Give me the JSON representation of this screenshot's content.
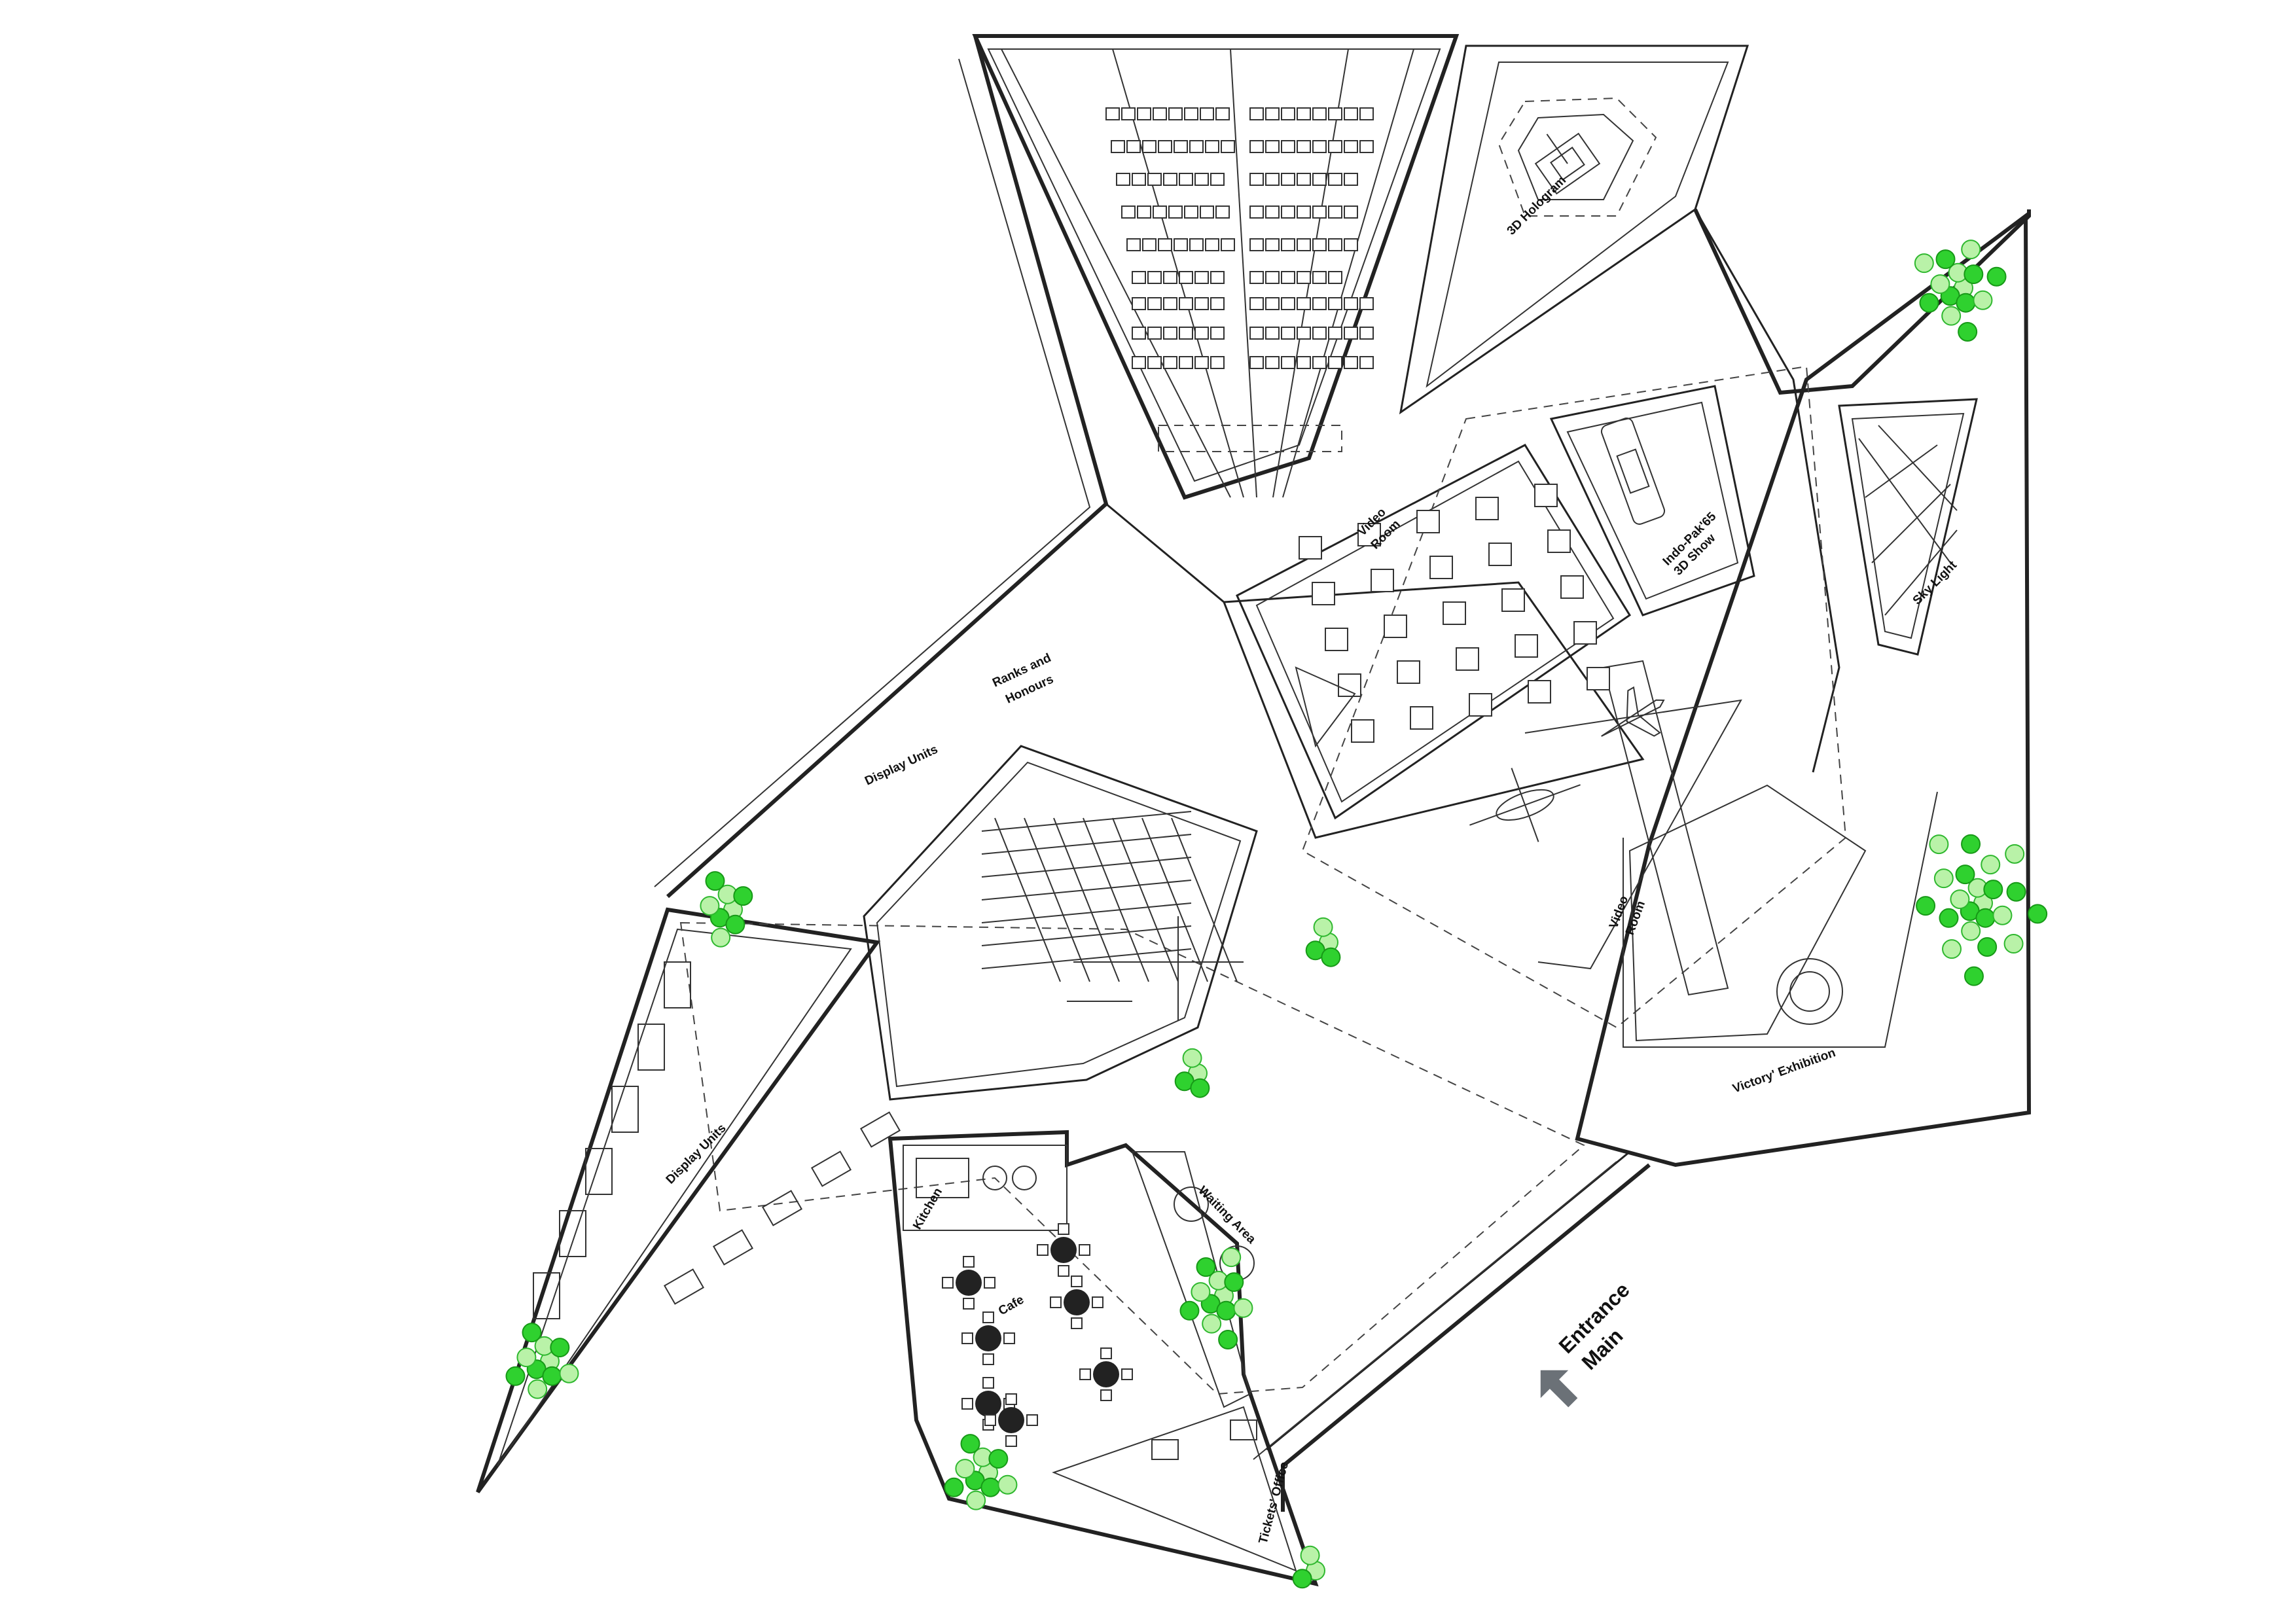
{
  "labels": {
    "hologram": "3D Hologram",
    "video_room_top": [
      "Video",
      "Room"
    ],
    "projection_3d": [
      "Indo-Pak'65",
      "3D Show"
    ],
    "sky_light": "Sky Light",
    "ranks_honours": [
      "Ranks and",
      "Honours"
    ],
    "display_units_upper": "Display Units",
    "display_units_left": "Display Units",
    "video_room_right": [
      "Video",
      "Room"
    ],
    "victory_exhibition": "Victory' Exhibition",
    "kitchen": "Kitchen",
    "cafe": "Cafe",
    "waiting_area": "Waiting Area",
    "tickets_office": "Tickets' Office",
    "entrance": [
      "Entrance",
      "Main"
    ]
  },
  "colors": {
    "line": "#222222",
    "planting": "#2fd12f",
    "planting_light": "#b9f2a8",
    "entrance_arrow": "#6b7177",
    "background": "#ffffff"
  },
  "icons": [
    "tank-model",
    "helicopter-model",
    "jet-model",
    "submarine-model",
    "tree-symbol",
    "palm-symbol",
    "entrance-arrow-icon"
  ]
}
